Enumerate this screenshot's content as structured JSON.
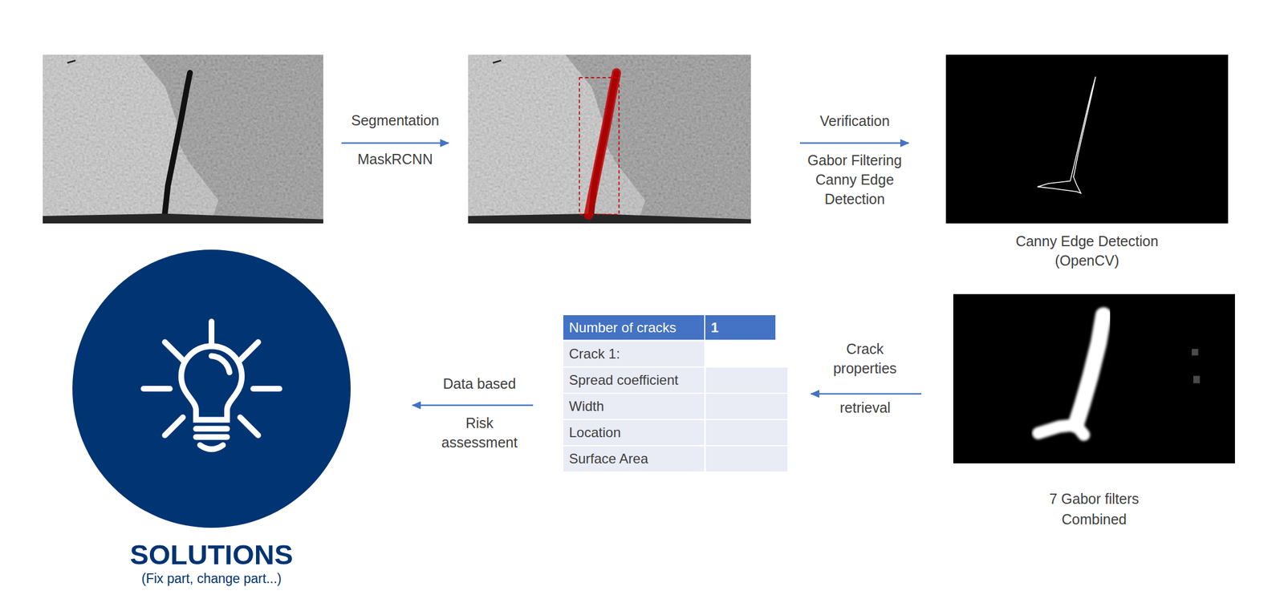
{
  "diagram": {
    "nodes": [
      {
        "text": [
          "Canny Edge Detection (OpenCV)"
        ]
      },
      {
        "text": [
          "SOLUTIONS",
          "(Fix part, change part...)"
        ]
      },
      {
        "text": [
          "Number of cracks",
          "1",
          "Crack 1:",
          "Spread coefficient",
          "Width",
          "Location",
          "Surface Area"
        ]
      },
      {
        "text": [
          "7 Gabor filters Combined"
        ]
      }
    ],
    "edges": [
      {
        "from": 3,
        "to": 2,
        "arrow": "to"
      },
      {
        "from": 2,
        "to": 1,
        "arrow": "to"
      }
    ],
    "labels": [
      "Segmentation",
      "MaskRCNN",
      "Verification",
      "Gabor Filtering Canny Edge Detection",
      "Crack properties",
      "retrieval",
      "Data based",
      "Risk assessment"
    ]
  }
}
